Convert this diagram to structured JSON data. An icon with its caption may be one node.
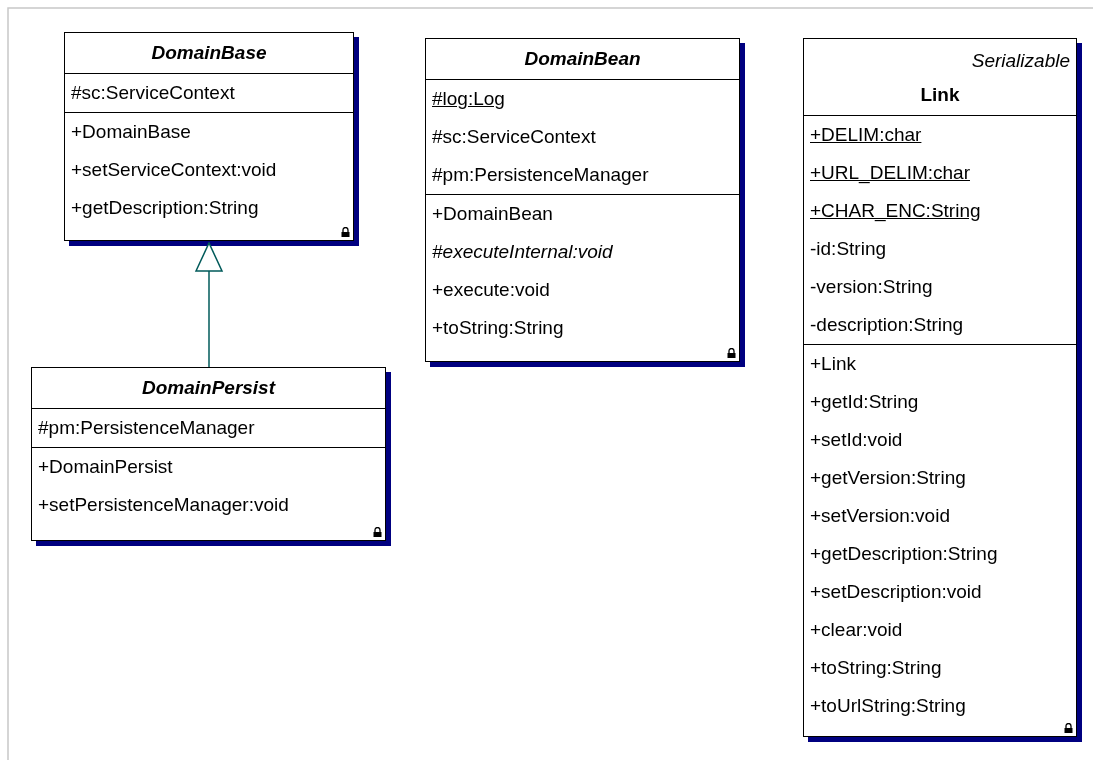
{
  "diagram": {
    "nodes": [
      {
        "text": [
          "DomainBase"
        ]
      },
      {
        "text": [
          "#sc:ServiceContext"
        ],
        "in": 0
      },
      {
        "text": [
          "+DomainBase",
          "+setServiceContext:void",
          "+getDescription:String"
        ],
        "in": 0
      },
      {
        "text": [
          "DomainBean"
        ]
      },
      {
        "text": [
          "#log:Log",
          "#sc:ServiceContext",
          "#pm:PersistenceManager"
        ],
        "in": 3
      },
      {
        "text": [
          "+DomainBean",
          "#executeInternal:void",
          "+execute:void",
          "+toString:String"
        ],
        "in": 3
      },
      {
        "text": [
          "Serializable",
          "Link"
        ]
      },
      {
        "text": [
          "+DELIM:char",
          "+URL_DELIM:char",
          "+CHAR_ENC:String",
          "-id:String",
          "-version:String",
          "-description:String"
        ],
        "in": 6
      },
      {
        "text": [
          "+Link",
          "+getId:String",
          "+setId:void",
          "+getVersion:String",
          "+setVersion:void",
          "+getDescription:String",
          "+setDescription:void",
          "+clear:void",
          "+toString:String",
          "+toUrlString:String"
        ],
        "in": 6
      },
      {
        "text": [
          "DomainPersist"
        ]
      },
      {
        "text": [
          "#pm:PersistenceManager"
        ],
        "in": 9
      },
      {
        "text": [
          "+DomainPersist",
          "+setPersistenceManager:void"
        ],
        "in": 9
      }
    ],
    "edges": [
      {
        "from": 9,
        "to": 0,
        "arrow": "to"
      }
    ]
  }
}
